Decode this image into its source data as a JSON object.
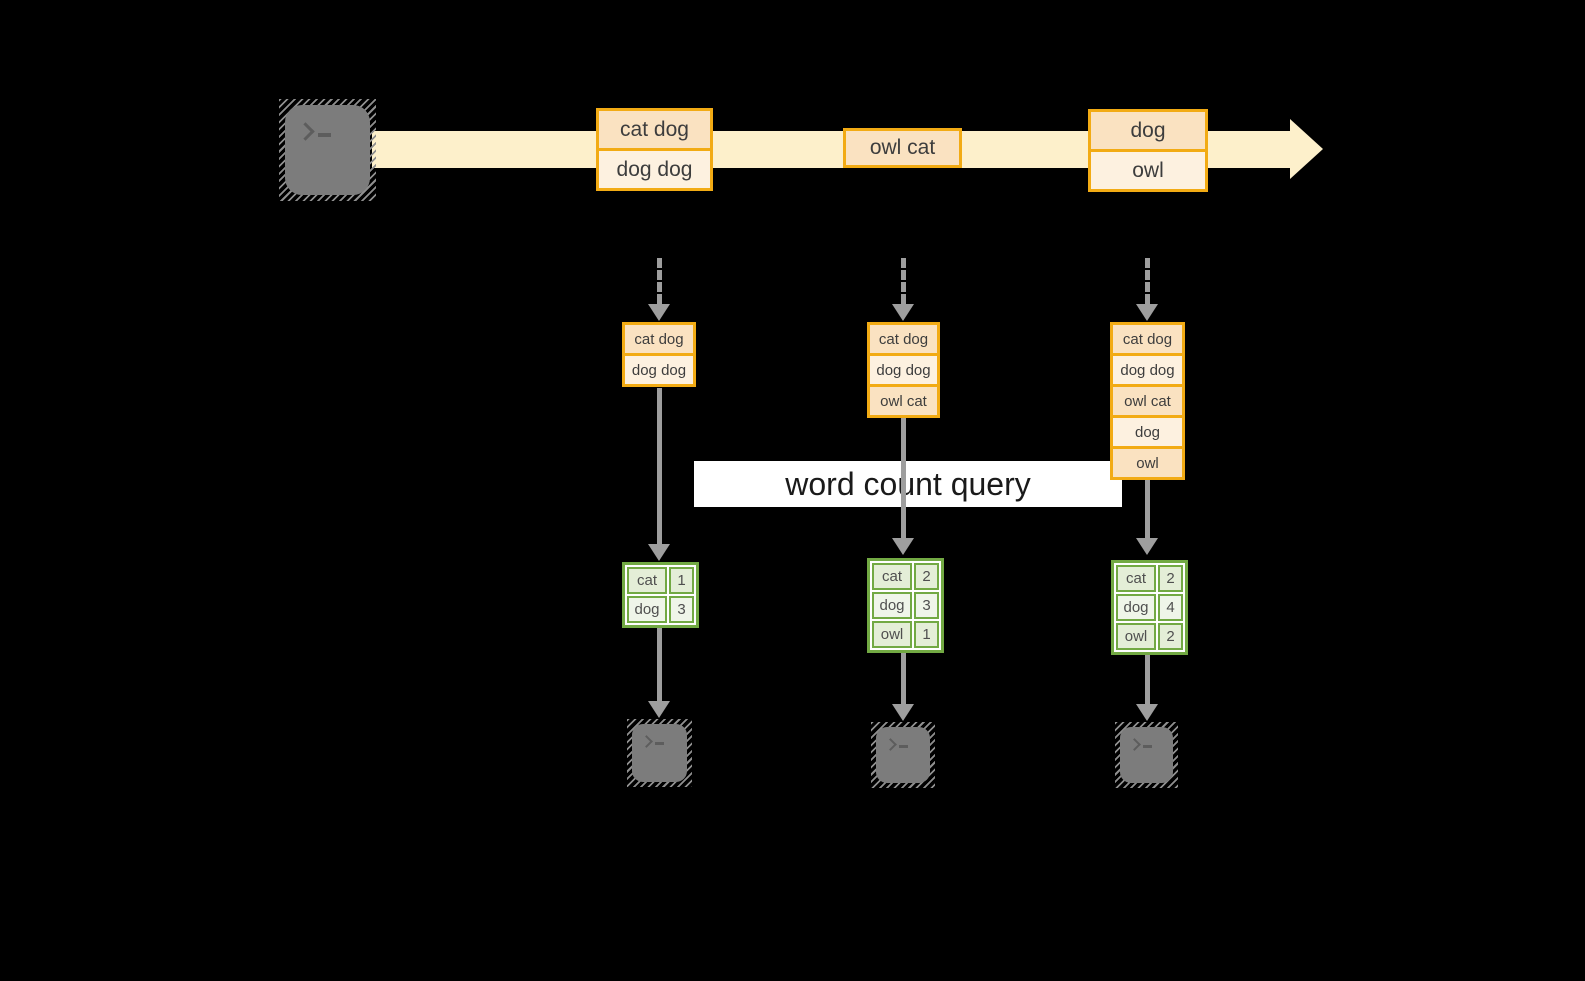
{
  "query_label": "word count query",
  "colors": {
    "background": "#000000",
    "stream_band": "#fdf0cb",
    "amber_border": "#f2ab14",
    "peach_dark": "#fae2c1",
    "peach_light": "#fdf1e0",
    "green_border": "#72a943",
    "green_cell_dark": "#e4eed7",
    "green_cell_light": "#eff5e9",
    "arrow_gray": "#9e9e9e",
    "terminal_gray": "#7c7c7c",
    "label_background": "#ffffff"
  },
  "source": {
    "icon": "terminal-icon"
  },
  "stream_batches": [
    {
      "lines": [
        "cat dog",
        "dog dog"
      ]
    },
    {
      "lines": [
        "owl cat"
      ]
    },
    {
      "lines": [
        "dog",
        "owl"
      ]
    }
  ],
  "columns": [
    {
      "buffer": [
        "cat dog",
        "dog dog"
      ],
      "counts": [
        {
          "word": "cat",
          "count": "1"
        },
        {
          "word": "dog",
          "count": "3"
        }
      ],
      "sink_icon": "terminal-icon"
    },
    {
      "buffer": [
        "cat dog",
        "dog dog",
        "owl cat"
      ],
      "counts": [
        {
          "word": "cat",
          "count": "2"
        },
        {
          "word": "dog",
          "count": "3"
        },
        {
          "word": "owl",
          "count": "1"
        }
      ],
      "sink_icon": "terminal-icon"
    },
    {
      "buffer": [
        "cat dog",
        "dog dog",
        "owl cat",
        "dog",
        "owl"
      ],
      "counts": [
        {
          "word": "cat",
          "count": "2"
        },
        {
          "word": "dog",
          "count": "4"
        },
        {
          "word": "owl",
          "count": "2"
        }
      ],
      "sink_icon": "terminal-icon"
    }
  ]
}
